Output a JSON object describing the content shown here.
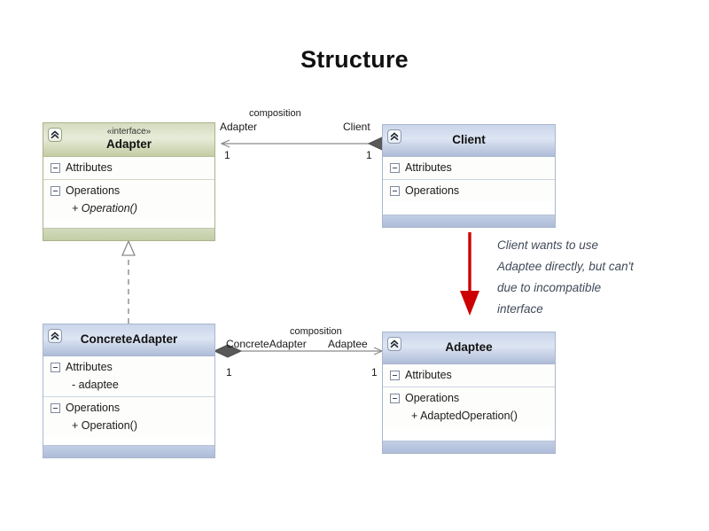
{
  "diagram": {
    "title": "Structure",
    "type": "uml-class-diagram",
    "pattern": "Adapter",
    "background_color": "#ffffff"
  },
  "classes": {
    "adapter": {
      "stereotype": "«interface»",
      "name": "Adapter",
      "attributes_label": "Attributes",
      "operations_label": "Operations",
      "attributes": [],
      "operations": [
        "+ Operation()"
      ],
      "header_color": "#d5dcc0",
      "border_color": "#a9b48c",
      "collapse_icon": "chevron-double-up-icon"
    },
    "client": {
      "stereotype": "",
      "name": "Client",
      "attributes_label": "Attributes",
      "operations_label": "Operations",
      "attributes": [],
      "operations": [],
      "header_color": "#c9d5ea",
      "border_color": "#a9b7cd",
      "collapse_icon": "chevron-double-up-icon"
    },
    "concrete_adapter": {
      "stereotype": "",
      "name": "ConcreteAdapter",
      "attributes_label": "Attributes",
      "operations_label": "Operations",
      "attributes": [
        "- adaptee"
      ],
      "operations": [
        "+ Operation()"
      ],
      "header_color": "#c9d5ea",
      "border_color": "#a9b7cd",
      "collapse_icon": "chevron-double-up-icon"
    },
    "adaptee": {
      "stereotype": "",
      "name": "Adaptee",
      "attributes_label": "Attributes",
      "operations_label": "Operations",
      "attributes": [],
      "operations": [
        "+ AdaptedOperation()"
      ],
      "header_color": "#c9d5ea",
      "border_color": "#a9b7cd",
      "collapse_icon": "chevron-double-up-icon"
    }
  },
  "relationships": {
    "client_to_adapter": {
      "kind": "composition",
      "label": "composition",
      "source_role": "Client",
      "target_role": "Adapter",
      "source_multiplicity": "1",
      "target_multiplicity": "1",
      "diamond_end": "Client",
      "arrow_end": "Adapter"
    },
    "concrete_to_adaptee": {
      "kind": "composition",
      "label": "composition",
      "source_role": "ConcreteAdapter",
      "target_role": "Adaptee",
      "source_multiplicity": "1",
      "target_multiplicity": "1",
      "diamond_end": "ConcreteAdapter",
      "arrow_end": "Adaptee"
    },
    "concrete_realizes_adapter": {
      "kind": "realization",
      "label": "",
      "source_role": "ConcreteAdapter",
      "target_role": "Adapter",
      "line_style": "dashed",
      "arrow_head": "hollow-triangle"
    }
  },
  "annotation": {
    "color": "#cc0000",
    "arrow": "red-down-arrow",
    "lines": [
      "Client wants to use",
      "Adaptee directly, but can't",
      "due to incompatible",
      "interface"
    ]
  }
}
